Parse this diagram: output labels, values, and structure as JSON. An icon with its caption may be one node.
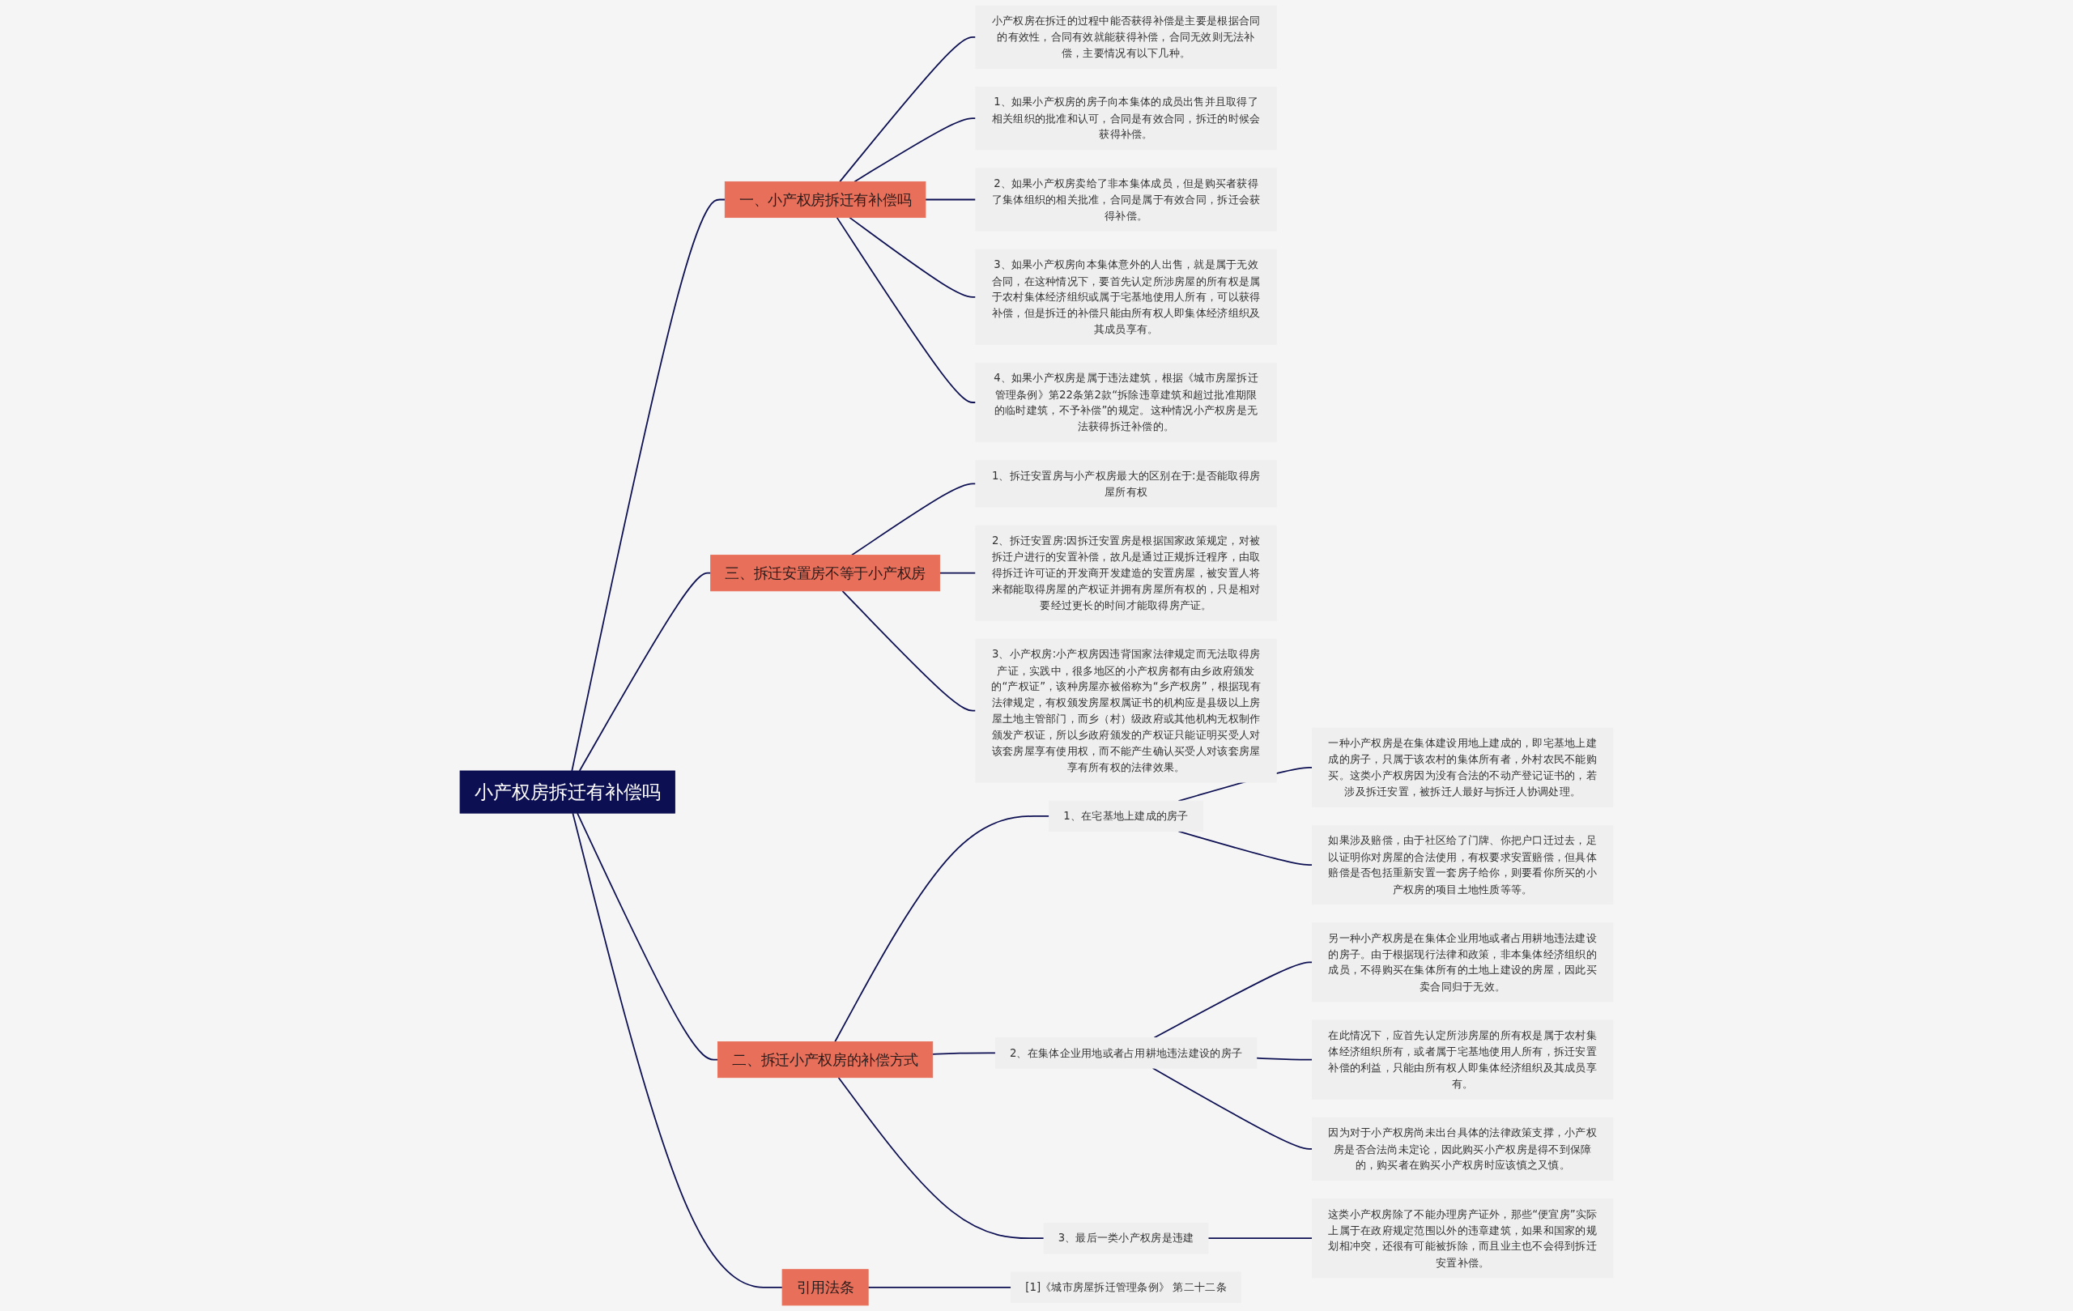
{
  "diagram": {
    "nodes": [
      {
        "text": [
          "小产权房拆迁有补偿吗"
        ]
      },
      {
        "text": [
          "一、小产权房拆迁有补偿吗"
        ]
      },
      {
        "text": [
          "小产权房在拆迁的过程中能否获得补偿是主要是根据合同的有效性，合同有效就能获得补偿，合同无效则无法补偿，主要情况有以下几种。"
        ]
      },
      {
        "text": [
          "1、如果小产权房的房子向本集体的成员出售并且取得了相关组织的批准和认可，合同是有效合同，拆迁的时候会获得补偿。"
        ]
      },
      {
        "text": [
          "2、如果小产权房卖给了非本集体成员，但是购买者获得了集体组织的相关批准，合同是属于有效合同，拆迁会获得补偿。"
        ]
      },
      {
        "text": [
          "3、如果小产权房向本集体意外的人出售，就是属于无效合同，在这种情况下，要首先认定所涉房屋的所有权是属于农村集体经济组织或属于宅基地使用人所有，可以获得补偿，但是拆迁的补偿只能由所有权人即集体经济组织及其成员享有。"
        ]
      },
      {
        "text": [
          "4、如果小产权房是属于违法建筑，根据《城市房屋拆迁管理条例》第22条第2款“拆除违章建筑和超过批准期限的临时建筑，不予补偿”的规定。这种情况小产权房是无法获得拆迁补偿的。"
        ]
      },
      {
        "text": [
          "三、拆迁安置房不等于小产权房"
        ]
      },
      {
        "text": [
          "1、拆迁安置房与小产权房最大的区别在于:是否能取得房屋所有权"
        ]
      },
      {
        "text": [
          "2、拆迁安置房:因拆迁安置房是根据国家政策规定，对被拆迁户进行的安置补偿，故凡是通过正规拆迁程序，由取得拆迁许可证的开发商开发建造的安置房屋，被安置人将来都能取得房屋的产权证并拥有房屋所有权的，只是相对要经过更长的时间才能取得房产证。"
        ]
      },
      {
        "text": [
          "3、小产权房:小产权房因违背国家法律规定而无法取得房产证，实践中，很多地区的小产权房都有由乡政府颁发的“产权证”，该种房屋亦被俗称为“乡产权房”，根据现有法律规定，有权颁发房屋权属证书的机构应是县级以上房屋土地主管部门，而乡（村）级政府或其他机构无权制作颁发产权证，所以乡政府颁发的产权证只能证明买受人对该套房屋享有使用权，而不能产生确认买受人对该套房屋享有所有权的法律效果。"
        ]
      },
      {
        "text": [
          "二、拆迁小产权房的补偿方式"
        ]
      },
      {
        "text": [
          "1、在宅基地上建成的房子"
        ]
      },
      {
        "text": [
          "一种小产权房是在集体建设用地上建成的，即宅基地上建成的房子，只属于该农村的集体所有者，外村农民不能购买。这类小产权房因为没有合法的不动产登记证书的，若涉及拆迁安置，被拆迁人最好与拆迁人协调处理。"
        ]
      },
      {
        "text": [
          "如果涉及赔偿，由于社区给了门牌、你把户口迁过去，足以证明你对房屋的合法使用，有权要求安置赔偿，但具体赔偿是否包括重新安置一套房子给你，则要看你所买的小产权房的项目土地性质等等。"
        ]
      },
      {
        "text": [
          "2、在集体企业用地或者占用耕地违法建设的房子"
        ]
      },
      {
        "text": [
          "另一种小产权房是在集体企业用地或者占用耕地违法建设的房子。由于根据现行法律和政策，非本集体经济组织的成员，不得购买在集体所有的土地上建设的房屋，因此买卖合同归于无效。"
        ]
      },
      {
        "text": [
          "在此情况下，应首先认定所涉房屋的所有权是属于农村集体经济组织所有，或者属于宅基地使用人所有，拆迁安置补偿的利益，只能由所有权人即集体经济组织及其成员享有。"
        ]
      },
      {
        "text": [
          "因为对于小产权房尚未出台具体的法律政策支撑，小产权房是否合法尚未定论，因此购买小产权房是得不到保障的，购买者在购买小产权房时应该慎之又慎。"
        ]
      },
      {
        "text": [
          "3、最后一类小产权房是违建"
        ]
      },
      {
        "text": [
          "这类小产权房除了不能办理房产证外，那些“便宜房”实际上属于在政府规定范围以外的违章建筑，如果和国家的规划相冲突，还很有可能被拆除，而且业主也不会得到拆迁安置补偿。"
        ]
      },
      {
        "text": [
          "引用法条"
        ]
      },
      {
        "text": [
          "[1]《城市房屋拆迁管理条例》 第二十二条"
        ]
      }
    ],
    "edges": [
      {
        "from": 0,
        "to": 1,
        "arrow": "none"
      },
      {
        "from": 1,
        "to": 2,
        "arrow": "none"
      },
      {
        "from": 1,
        "to": 3,
        "arrow": "none"
      },
      {
        "from": 1,
        "to": 4,
        "arrow": "none"
      },
      {
        "from": 1,
        "to": 5,
        "arrow": "none"
      },
      {
        "from": 1,
        "to": 6,
        "arrow": "none"
      },
      {
        "from": 0,
        "to": 7,
        "arrow": "none"
      },
      {
        "from": 7,
        "to": 8,
        "arrow": "none"
      },
      {
        "from": 7,
        "to": 9,
        "arrow": "none"
      },
      {
        "from": 7,
        "to": 10,
        "arrow": "none"
      },
      {
        "from": 0,
        "to": 11,
        "arrow": "none"
      },
      {
        "from": 11,
        "to": 12,
        "arrow": "none"
      },
      {
        "from": 12,
        "to": 13,
        "arrow": "none"
      },
      {
        "from": 12,
        "to": 14,
        "arrow": "none"
      },
      {
        "from": 11,
        "to": 15,
        "arrow": "none"
      },
      {
        "from": 15,
        "to": 16,
        "arrow": "none"
      },
      {
        "from": 15,
        "to": 17,
        "arrow": "none"
      },
      {
        "from": 15,
        "to": 18,
        "arrow": "none"
      },
      {
        "from": 11,
        "to": 19,
        "arrow": "none"
      },
      {
        "from": 19,
        "to": 20,
        "arrow": "none"
      },
      {
        "from": 0,
        "to": 21,
        "arrow": "none"
      },
      {
        "from": 21,
        "to": 22,
        "arrow": "none"
      }
    ]
  }
}
